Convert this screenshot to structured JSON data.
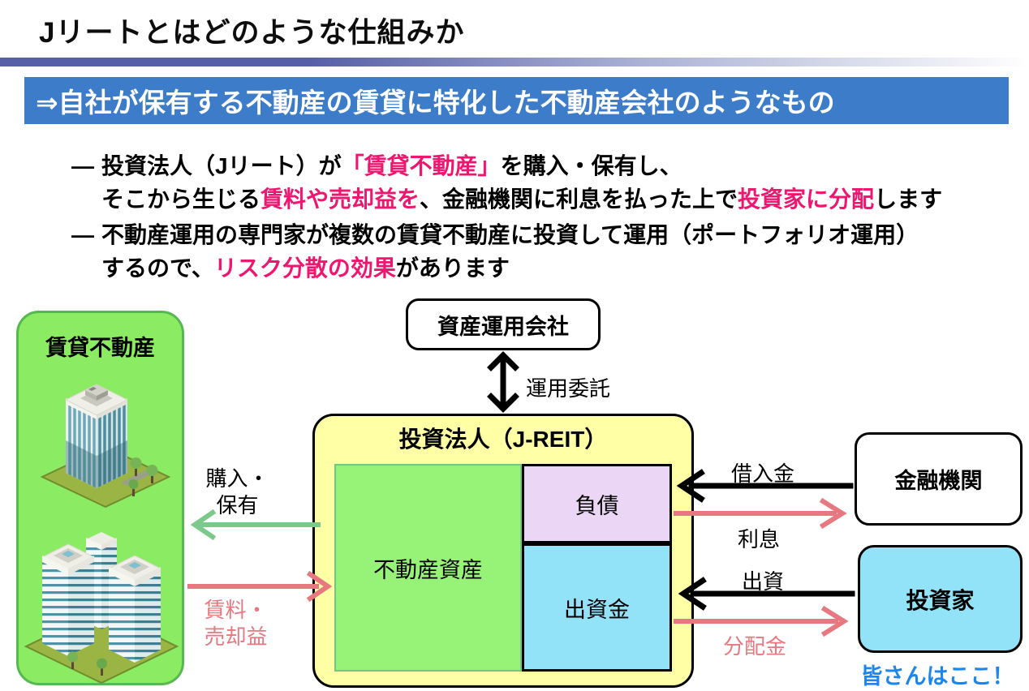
{
  "header": {
    "title": "Jリートとはどのような仕組みか",
    "banner": "⇒自社が保有する不動産の賃貸に特化した不動産会社のようなもの"
  },
  "bullets": {
    "marker": "―",
    "item1": {
      "l1s1": "投資法人（Jリート）が",
      "l1s2": "「賃貸不動産」",
      "l1s3": "を購入・保有し、",
      "l2s1": "そこから生じる",
      "l2s2": "賃料や売却益を",
      "l2s3": "、金融機関に利息を払った上で",
      "l2s4": "投資家に分配",
      "l2s5": "します"
    },
    "item2": {
      "l1s1": "不動産運用の専門家が複数の賃貸不動産に投資して運用（ポートフォリオ運用）",
      "l2s1": "するので、",
      "l2s2": "リスク分散の効果",
      "l2s3": "があります"
    }
  },
  "diagram": {
    "rental_property": "賃貸不動産",
    "asset_manager": "資産運用会社",
    "delegation": "運用委託",
    "jreit_title": "投資法人（J-REIT）",
    "real_estate_assets": "不動産資産",
    "liabilities": "負債",
    "equity": "出資金",
    "financial_institution": "金融機関",
    "investor": "投資家",
    "investor_note": "皆さんはここ！",
    "purchase_l1": "購入・",
    "purchase_l2": "保有",
    "rent_l1": "賃料・",
    "rent_l2": "売却益",
    "loan": "借入金",
    "interest": "利息",
    "investment": "出資",
    "distribution": "分配金"
  },
  "colors": {
    "banner_blue": "#3d7cc9",
    "accent_pink": "#f0156e",
    "arrow_pink": "#e87880",
    "arrow_green": "#7cc98b",
    "jreit_yellow": "#ffffa6",
    "asset_green": "#97f377",
    "panel_green": "#8beb62",
    "liability_purple": "#ebd7f5",
    "equity_cyan": "#92e2f8",
    "note_blue": "#1c86ee",
    "header_bar": "#575fa7"
  }
}
